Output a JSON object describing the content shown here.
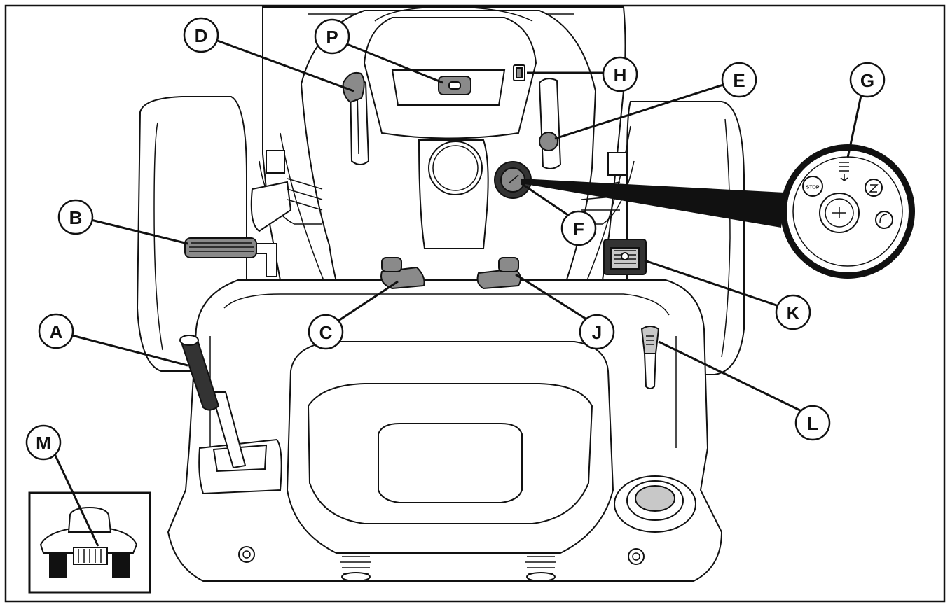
{
  "labels": {
    "A": "A",
    "B": "B",
    "C": "C",
    "D": "D",
    "E": "E",
    "F": "F",
    "G": "G",
    "H": "H",
    "J": "J",
    "K": "K",
    "L": "L",
    "M": "M",
    "P": "P"
  },
  "ignition_switch": {
    "stop_text": "STOP"
  },
  "colors": {
    "line": "#111111",
    "background": "#ffffff",
    "control_grey": "#8a8a8a",
    "control_dark": "#333333"
  }
}
